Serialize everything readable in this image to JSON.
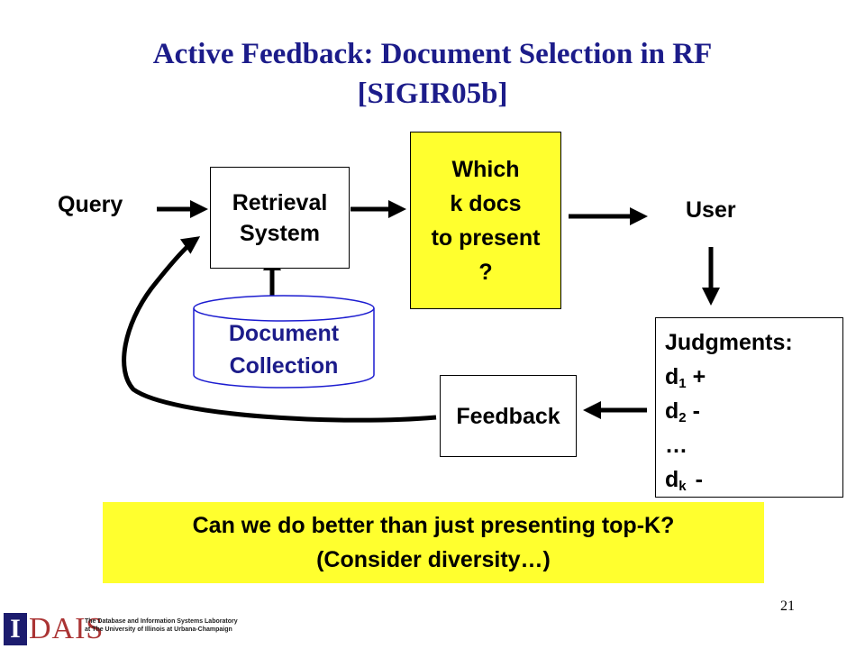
{
  "slide": {
    "title_line1": "Active Feedback: Document Selection in RF",
    "title_line2": "[SIGIR05b]",
    "page_number": "21"
  },
  "diagram": {
    "query_label": "Query",
    "retrieval_line1": "Retrieval",
    "retrieval_line2": "System",
    "which_line1": "Which",
    "which_line2": "k docs",
    "which_line3": "to present",
    "which_line4": "?",
    "user_label": "User",
    "doc_line1": "Document",
    "doc_line2": "Collection",
    "feedback_label": "Feedback",
    "judgments": {
      "heading": "Judgments:",
      "rows": [
        {
          "d": "d",
          "sub": "1",
          "mark": "+"
        },
        {
          "d": "d",
          "sub": "2",
          "mark": "-"
        },
        {
          "ellipsis": "…"
        },
        {
          "d": "d",
          "sub": "k",
          "mark": "-"
        }
      ]
    }
  },
  "banner": {
    "line1": "Can we do better than just presenting top-K?",
    "line2": "(Consider diversity…)"
  },
  "logo": {
    "initial": "I",
    "word": "DAIS",
    "lab_line1": "The Database and Information Systems Laboratory",
    "lab_line2": "at The University of Illinois at Urbana-Champaign"
  },
  "colors": {
    "title": "#1c1c8a",
    "highlight": "#ffff2e"
  }
}
